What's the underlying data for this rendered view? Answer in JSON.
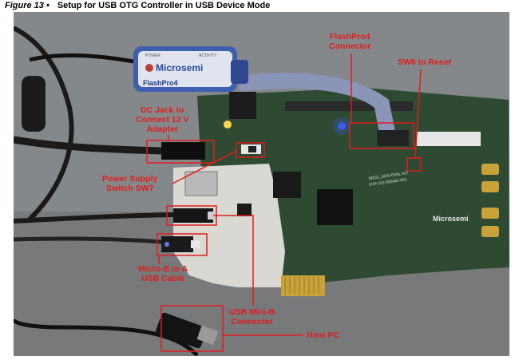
{
  "figure": {
    "number": "Figure 13 •",
    "title": "Setup for USB OTG Controller in USB Device Mode"
  },
  "programmer": {
    "brand": "Microsemi",
    "model": "FlashPro4",
    "led_power": "POWER",
    "led_activity": "ACTIVITY"
  },
  "board": {
    "brand": "Microsemi",
    "silk1": "M2GL_M2S-EVAL-KIT",
    "silk2": "SVP-102-000482-001"
  },
  "callouts": {
    "flashpro4": [
      "FlashPro4",
      "Connector"
    ],
    "sw6": [
      "SW6 to Reset"
    ],
    "dc_jack": [
      "DC Jack to",
      "Connect 12 V",
      "Adapter"
    ],
    "power_switch": [
      "Power Supply",
      "Switch SW7"
    ],
    "micro_b": [
      "Micro-B to A",
      "USB Cable"
    ],
    "mini_b": [
      "USB Mini-B",
      "Connector"
    ],
    "host_pc": [
      "Host PC"
    ]
  },
  "colors": {
    "callout": "#e11d1d",
    "board_green": "#2f4a33",
    "programmer_blue": "#3d5fb0"
  }
}
